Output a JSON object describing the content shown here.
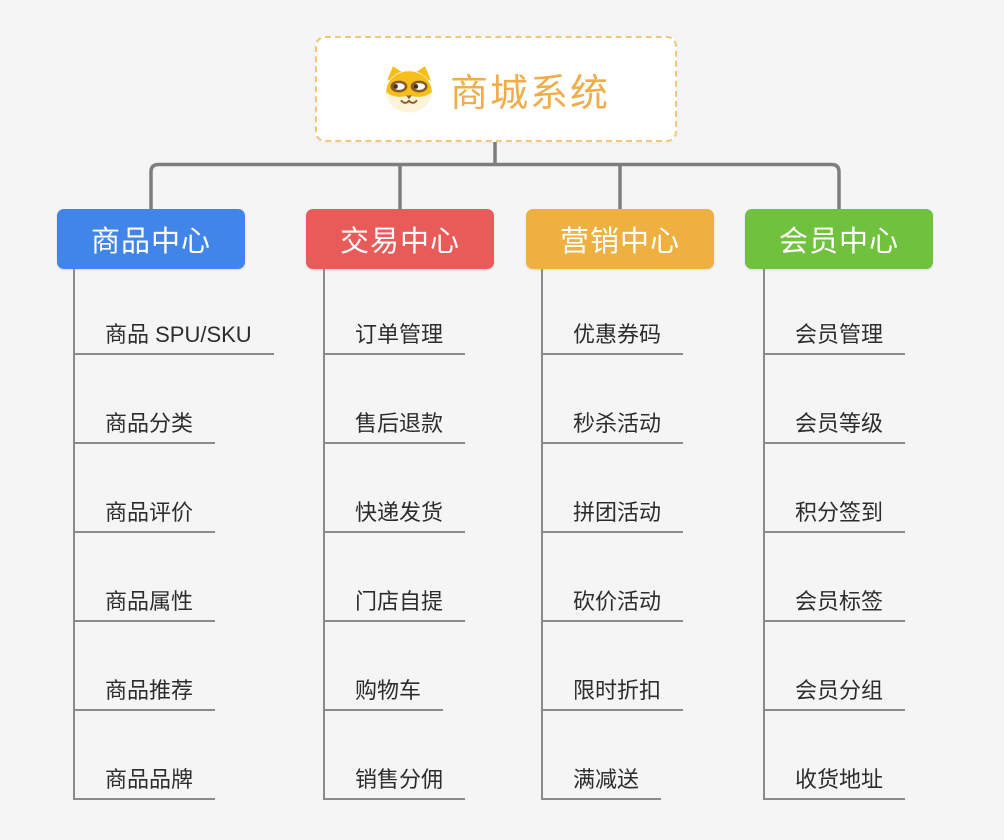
{
  "canvas": {
    "background": "#F5F5F5",
    "connector_color": "#7E7E7E",
    "leaf_line_color": "#8A8A8A",
    "leaf_text_color": "#2D2D2D"
  },
  "root": {
    "title": "商城系统",
    "icon": "dog-face",
    "text_color": "#EFAD4B",
    "border_color": "#F3C67B"
  },
  "branches": [
    {
      "label": "商品中心",
      "color": "#4285E8",
      "children": [
        "商品 SPU/SKU",
        "商品分类",
        "商品评价",
        "商品属性",
        "商品推荐",
        "商品品牌"
      ]
    },
    {
      "label": "交易中心",
      "color": "#E85B58",
      "children": [
        "订单管理",
        "售后退款",
        "快递发货",
        "门店自提",
        "购物车",
        "销售分佣"
      ]
    },
    {
      "label": "营销中心",
      "color": "#EEB041",
      "children": [
        "优惠券码",
        "秒杀活动",
        "拼团活动",
        "砍价活动",
        "限时折扣",
        "满减送"
      ]
    },
    {
      "label": "会员中心",
      "color": "#6FC13E",
      "children": [
        "会员管理",
        "会员等级",
        "积分签到",
        "会员标签",
        "会员分组",
        "收货地址"
      ]
    }
  ]
}
